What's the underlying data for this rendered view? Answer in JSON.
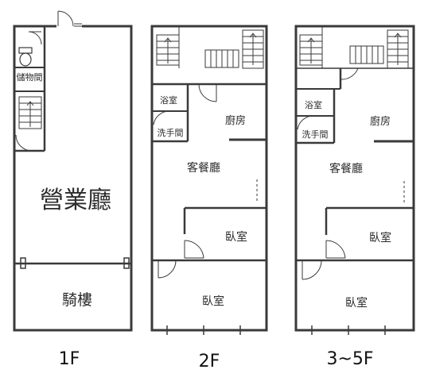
{
  "floors": [
    {
      "label": "1F",
      "rooms": {
        "storage": "儲物間",
        "showroom": "營業廳",
        "arcade": "騎樓"
      }
    },
    {
      "label": "2F",
      "rooms": {
        "bath": "浴室",
        "powder": "洗手間",
        "kitchen": "廚房",
        "living": "客餐廳",
        "bedroom1": "臥室",
        "bedroom2": "臥室"
      }
    },
    {
      "label": "3~5F",
      "rooms": {
        "bath": "浴室",
        "powder": "洗手間",
        "kitchen": "廚房",
        "living": "客餐廳",
        "bedroom1": "臥室",
        "bedroom2": "臥室"
      }
    }
  ],
  "colors": {
    "wall": "#3a3a3a",
    "line": "#555555",
    "text": "#2b2b2b",
    "window": "#888888"
  }
}
